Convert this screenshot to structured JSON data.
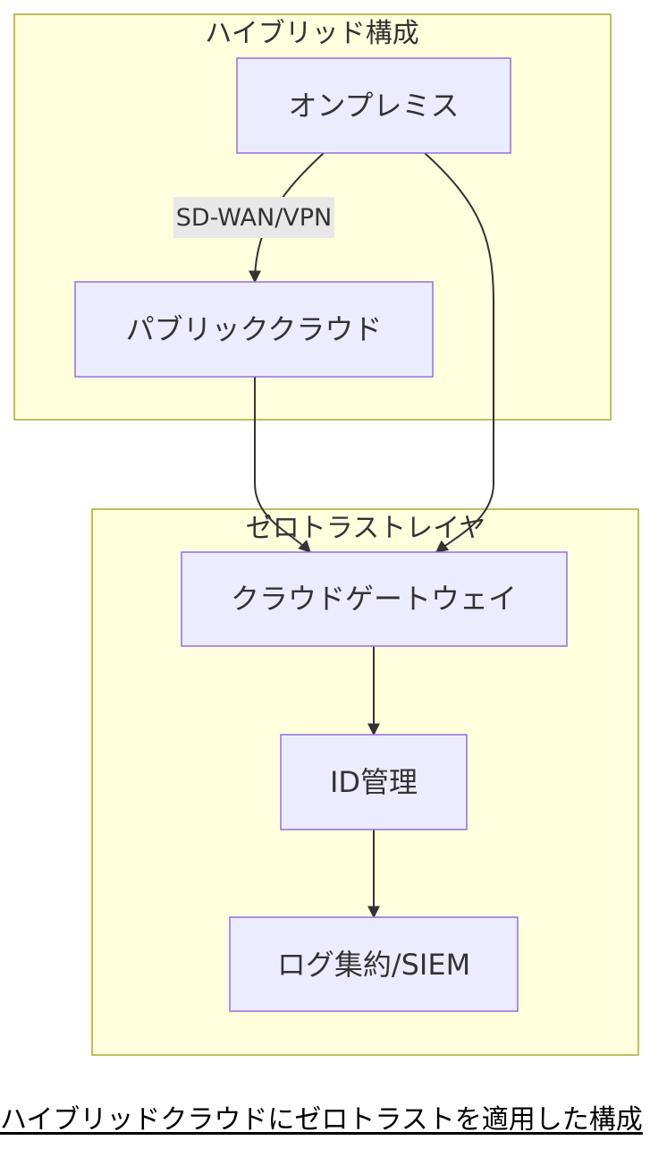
{
  "clusters": {
    "hybrid": {
      "title": "ハイブリッド構成"
    },
    "zerotrust": {
      "title": "ゼロトラストレイヤ"
    }
  },
  "nodes": {
    "onprem": "オンプレミス",
    "public_cloud": "パブリッククラウド",
    "cloud_gateway": "クラウドゲートウェイ",
    "id_mgmt": "ID管理",
    "log_siem": "ログ集約/SIEM"
  },
  "edges": [
    {
      "from": "onprem",
      "to": "public_cloud",
      "label": "SD-WAN/VPN"
    },
    {
      "from": "onprem",
      "to": "cloud_gateway",
      "label": ""
    },
    {
      "from": "public_cloud",
      "to": "cloud_gateway",
      "label": ""
    },
    {
      "from": "cloud_gateway",
      "to": "id_mgmt",
      "label": ""
    },
    {
      "from": "id_mgmt",
      "to": "log_siem",
      "label": ""
    }
  ],
  "caption": "ハイブリッドクラウドにゼロトラストを適用した構成",
  "colors": {
    "cluster_fill": "#ffffde",
    "cluster_stroke": "#aaaa33",
    "node_fill": "#ececff",
    "node_stroke": "#9370db",
    "edge": "#333333",
    "edge_label_bg": "#e8e8e8"
  }
}
